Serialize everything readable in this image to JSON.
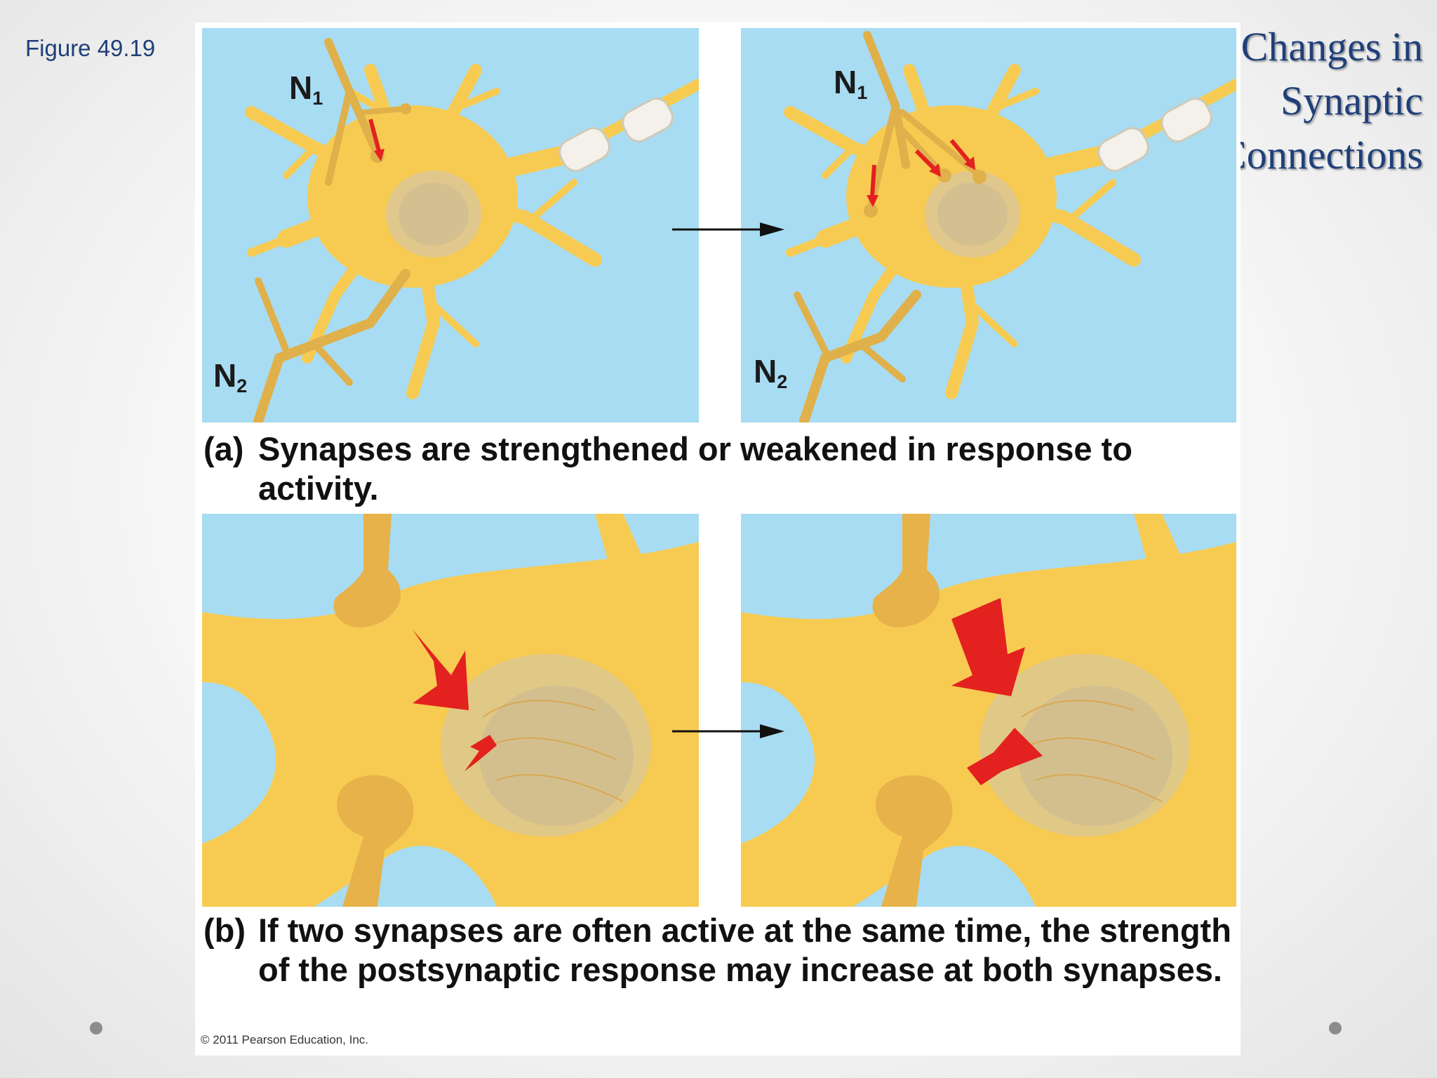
{
  "figure_label": "Figure 49.19",
  "slide_title": {
    "line1": "Changes in",
    "line2": "Synaptic",
    "line3": "Connections"
  },
  "panel_a": {
    "neuron_labels": {
      "n1": "N",
      "n1_sub": "1",
      "n2": "N",
      "n2_sub": "2"
    },
    "caption_tag": "(a)",
    "caption_text": "Synapses are strengthened or weakened in response to activity."
  },
  "panel_b": {
    "caption_tag": "(b)",
    "caption_text": "If two synapses are often active at the same time, the strength of the postsynaptic response may increase at both synapses."
  },
  "copyright": "© 2011 Pearson Education, Inc.",
  "colors": {
    "background": "#a8dcf2",
    "neuron": "#f7cb52",
    "neuron_shadow": "#e6ad2d",
    "signal_arrow": "#e3211f",
    "title": "#1f3f7a"
  }
}
